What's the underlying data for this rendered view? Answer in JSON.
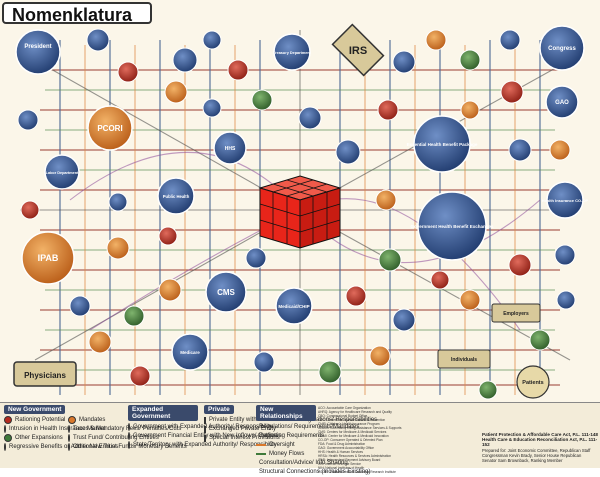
{
  "title": "Nomenklatura",
  "nodes": {
    "president": "President",
    "irs": "IRS",
    "congress": "Congress",
    "pcori": "PCORI",
    "ipab": "IPAB",
    "cms": "CMS",
    "physicians": "Physicians",
    "patients": "Patients",
    "essential_health": "Essential Health Benefit Package",
    "exchanges": "Government Health Benefit Exchanges",
    "coop": "Health Insurance CO-OP",
    "gao": "GAO",
    "treasury": "Treasury Department",
    "labor": "Labor Department",
    "medicaid": "Medicaid/CHIP",
    "medicare": "Medicare",
    "employers": "Employers",
    "individuals": "Individuals",
    "public_health": "Public Health",
    "hhs": "HHS"
  },
  "legend": {
    "new_government": {
      "header": "New Government",
      "items": [
        "Rationing Potential",
        "Mandates",
        "Intrusion in Health Insurance Market",
        "Taxes & Mandatory Fees/ Penalties/Cuts",
        "Other Expansions",
        "Trust Fund/ Contributing Entities",
        "Regressive Benefits or Additional Entities",
        "Other New Trust Funds/ Monetary Benefits"
      ]
    },
    "expanded_government": {
      "header": "Expanded Government",
      "items": [
        "Government with Expanded Authority/ Responsibility",
        "Government Financial Entity with New Inflows/ Outflows",
        "State/Territory with Expanded Authority/ Responsibility"
      ]
    },
    "private": {
      "header": "Private",
      "items": [
        "Private Entity with New Mandated Regulations/ Responsibilities",
        "Exchanged Private Entity",
        "Special Interest Provisions"
      ]
    },
    "new_relationships": {
      "header": "New Relationships",
      "items": [
        "Regulations/ Requirements/Mandates",
        "Reporting Requirements",
        "Oversight",
        "Money Flows",
        "Consultation/Advice/ Info Sharing",
        "Structural Connections (Includes Existing)"
      ]
    }
  },
  "abbreviations": [
    "ACO: Accountable Care Organization",
    "AHRQ: Agency for Healthcare Research and Quality",
    "CBO: Congressional Budget Office",
    "CDC: Centers for Disease Control & Prevention",
    "CHIP: Children's Health Insurance Program",
    "CLASS: Community Living Assistance Services & Supports",
    "CMS: Centers for Medicare & Medicaid Services",
    "CMMI: Center for Medicare & Medicaid Innovation",
    "CO-OP: Consumer Operated & Oriented Plan",
    "FDA: Food & Drug Administration",
    "GAO: Government Accountability Office",
    "HHS: Health & Human Services",
    "HRSA: Health Resources & Services Administration",
    "IPAB: Independent Payment Advisory Board",
    "IRS: Internal Revenue Service",
    "NIH: National Institutes of Health",
    "PCORI: Patient-Centered Outcomes Research Institute"
  ],
  "credit": {
    "line1": "Patient Protection & Affordable Care Act, P.L. 111-148",
    "line2": "Health Care & Education Reconciliation Act, P.L. 111-152",
    "line3": "Prepared for: Joint Economic Committee, Republican Staff",
    "line4": "Congressman Kevin Brady, Senior House Republican",
    "line5": "Senator Sam Brownback, Ranking Member"
  },
  "colors": {
    "background": "#fbf6e9",
    "gov_blue": "#2e4f86",
    "gov_orange": "#d9782b",
    "gov_red": "#b52a1e",
    "gov_green": "#3f7a3a",
    "private_tan": "#d8c99a",
    "cube_red": "#e8251a"
  }
}
